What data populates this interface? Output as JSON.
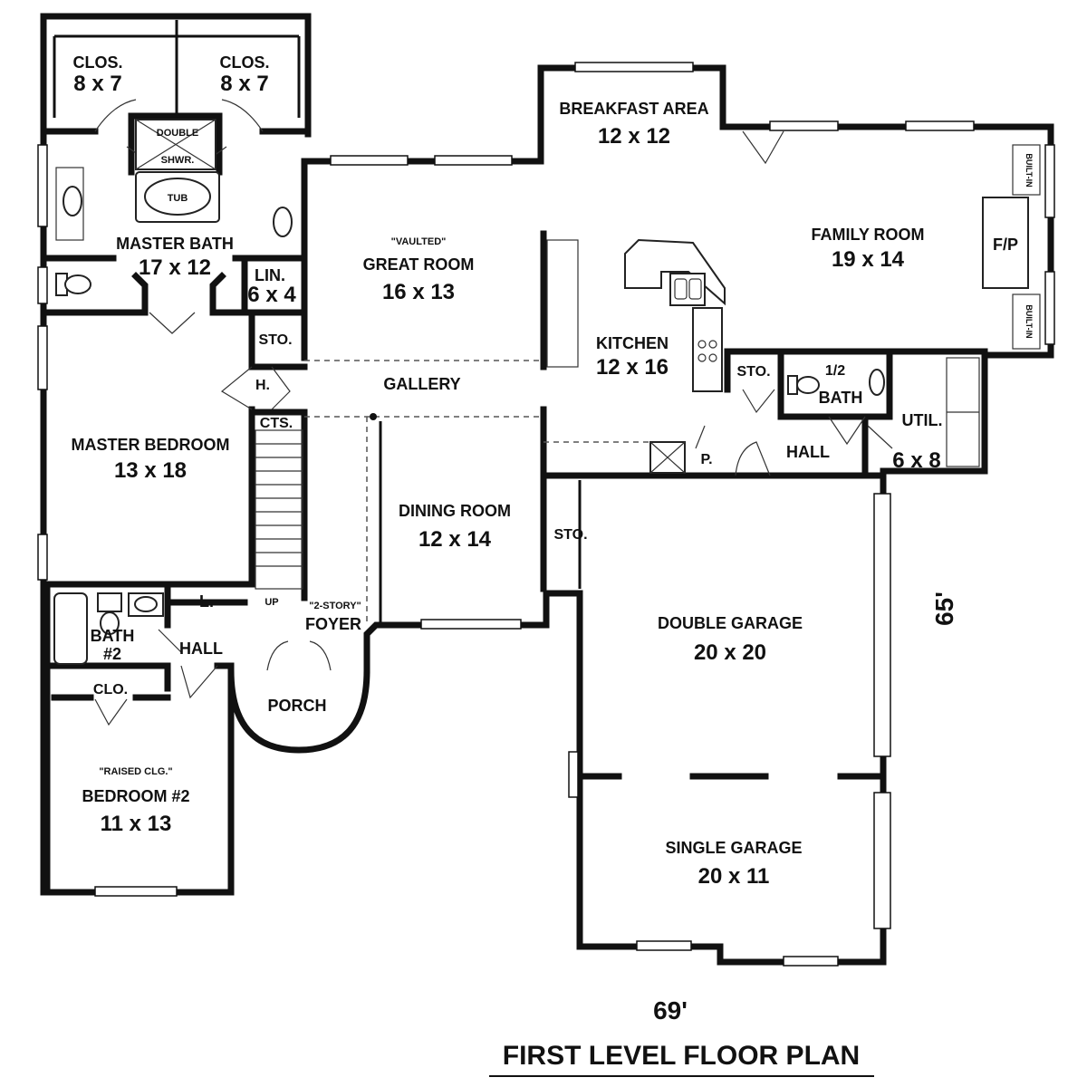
{
  "title": "FIRST LEVEL FLOOR PLAN",
  "dimensions": {
    "width": "69'",
    "depth": "65'"
  },
  "rooms": {
    "closet_left": {
      "name": "CLOS.",
      "size": "8 x 7"
    },
    "closet_right": {
      "name": "CLOS.",
      "size": "8 x 7"
    },
    "double_shower": {
      "line1": "DOUBLE",
      "line2": "SHWR."
    },
    "tub": {
      "name": "TUB"
    },
    "master_bath": {
      "name": "MASTER BATH",
      "size": "17 x 12"
    },
    "linen": {
      "name": "LIN.",
      "size": "6 x 4"
    },
    "great_room": {
      "note": "\"VAULTED\"",
      "name": "GREAT ROOM",
      "size": "16 x 13"
    },
    "breakfast": {
      "name": "BREAKFAST AREA",
      "size": "12 x 12"
    },
    "family_room": {
      "name": "FAMILY ROOM",
      "size": "19 x 14"
    },
    "fireplace": {
      "name": "F/P"
    },
    "built_in_top": {
      "name": "BUILT-IN"
    },
    "built_in_bottom": {
      "name": "BUILT-IN"
    },
    "kitchen": {
      "name": "KITCHEN",
      "size": "12 x 16"
    },
    "storage_top": {
      "name": "STO."
    },
    "h_closet": {
      "name": "H."
    },
    "gallery": {
      "name": "GALLERY"
    },
    "cts": {
      "name": "CTS."
    },
    "master_bedroom": {
      "name": "MASTER BEDROOM",
      "size": "13 x 18"
    },
    "dining_room": {
      "name": "DINING ROOM",
      "size": "12 x 14"
    },
    "storage_dining": {
      "name": "STO."
    },
    "storage_kitchen": {
      "name": "STO."
    },
    "half_bath": {
      "line1": "1/2",
      "line2": "BATH"
    },
    "utility": {
      "name": "UTIL.",
      "size": "6 x 8"
    },
    "pantry": {
      "name": "P."
    },
    "hall_rear": {
      "name": "HALL"
    },
    "double_garage": {
      "name": "DOUBLE GARAGE",
      "size": "20 x 20"
    },
    "single_garage": {
      "name": "SINGLE GARAGE",
      "size": "20 x 11"
    },
    "bath2": {
      "line1": "BATH",
      "line2": "#2"
    },
    "linen_small": {
      "name": "L."
    },
    "hall_front": {
      "name": "HALL"
    },
    "foyer": {
      "note": "\"2-STORY\"",
      "name": "FOYER"
    },
    "stair": {
      "name": "UP"
    },
    "porch": {
      "name": "PORCH"
    },
    "closet_bed2": {
      "name": "CLO."
    },
    "bedroom2": {
      "note": "\"RAISED CLG.\"",
      "name": "BEDROOM #2",
      "size": "11 x 13"
    }
  }
}
